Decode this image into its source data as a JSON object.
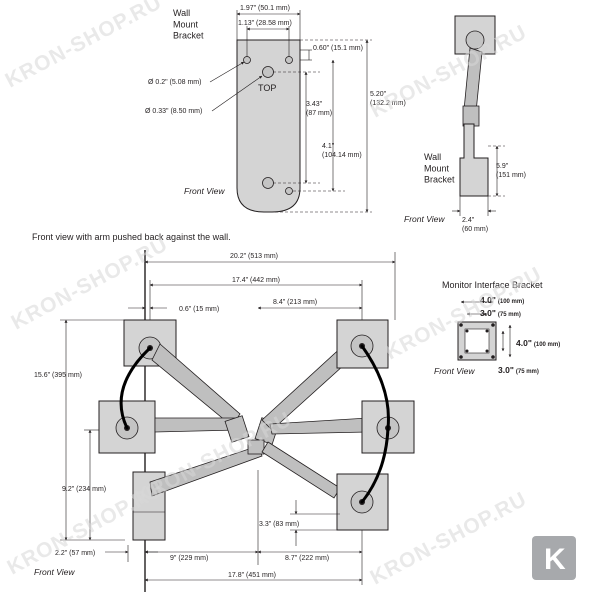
{
  "watermark": {
    "text": "KRON-SHOP.RU",
    "badge_letter": "K"
  },
  "bracket_front": {
    "title": "Wall\nMount\nBracket",
    "width_in": "1.97\" (50.1 mm)",
    "hole_spacing": "1.13\" (28.58 mm)",
    "edge_offset": "0.60\" (15.1 mm)",
    "small_hole": "Ø 0.2\" (5.08 mm)",
    "large_hole": "Ø 0.33\" (8.50 mm)",
    "top_label": "TOP",
    "height": "5.20\"\n(132.2 mm)",
    "large_hole_spacing": "3.43\"\n(87 mm)",
    "small_hole_spacing": "4.1\"\n(104.14 mm)",
    "view_label": "Front View"
  },
  "bracket_side": {
    "title": "Wall\nMount\nBracket",
    "height": "5.9\"\n(151 mm)",
    "width": "2.4\"\n(60 mm)",
    "view_label": "Front View"
  },
  "arm_front": {
    "caption": "Front view with arm pushed back against the wall.",
    "total_width": "20.2\" (513 mm)",
    "reach_width": "17.4\" (442 mm)",
    "offset_left": "0.6\" (15 mm)",
    "offset_right": "8.4\" (213 mm)",
    "height": "15.6\" (395 mm)",
    "mid_height": "9.2\" (234 mm)",
    "lift": "3.3\" (83 mm)",
    "base_left": "2.2\" (57 mm)",
    "bottom_left": "9\" (229 mm)",
    "bottom_right": "8.7\" (222 mm)",
    "bottom_total": "17.8\" (451 mm)",
    "view_label": "Front View"
  },
  "monitor_interface": {
    "title": "Monitor Interface Bracket",
    "vesa_outer_w_val": "4.0\"",
    "vesa_outer_w_mm": "(100 mm)",
    "vesa_inner_w_val": "3.0\"",
    "vesa_inner_w_mm": "(75 mm)",
    "vesa_outer_h_val": "4.0\"",
    "vesa_outer_h_mm": "(100 mm)",
    "vesa_inner_h_val": "3.0\"",
    "vesa_inner_h_mm": "(75 mm)",
    "view_label": "Front View"
  }
}
